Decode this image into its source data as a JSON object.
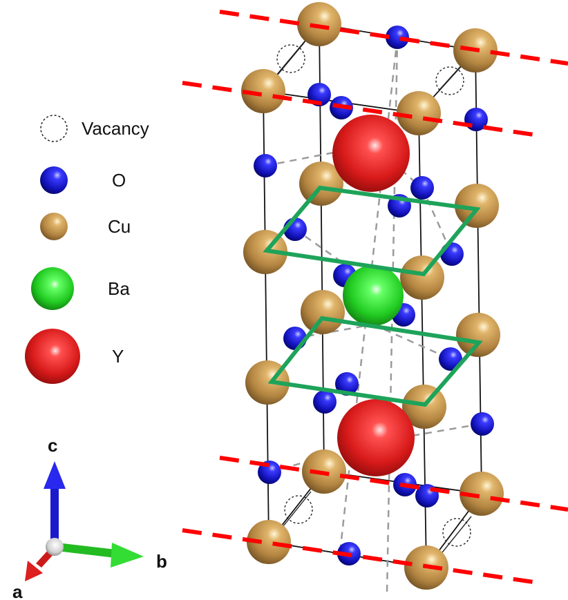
{
  "legend": {
    "vacancy": "Vacancy",
    "oxygen": "O",
    "copper": "Cu",
    "barium": "Ba",
    "yttrium": "Y"
  },
  "axes": {
    "a": "a",
    "b": "b",
    "c": "c"
  },
  "colors": {
    "oxygen": "#1a1ad6",
    "copper": "#c8964a",
    "barium": "#2ccf2c",
    "yttrium": "#e01a1a",
    "cu_o_plane": "#1ea35a",
    "cutting_plane": "#ff0000",
    "bond": "#111111",
    "dashed_bond": "#999999"
  }
}
